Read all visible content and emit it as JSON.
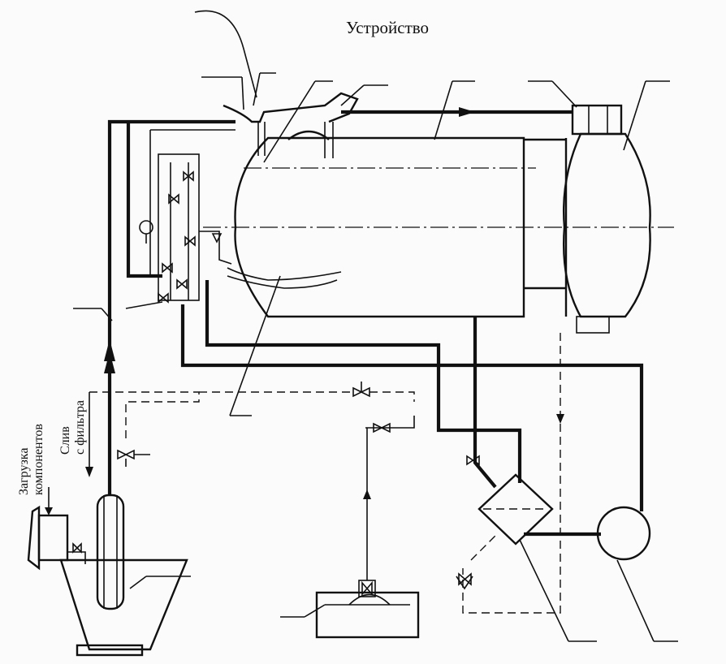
{
  "diagram": {
    "title": "Устройство",
    "labels": {
      "loading": [
        "Загрузка",
        "компонентов"
      ],
      "drain": [
        "Слив",
        "с фильтра"
      ]
    }
  }
}
